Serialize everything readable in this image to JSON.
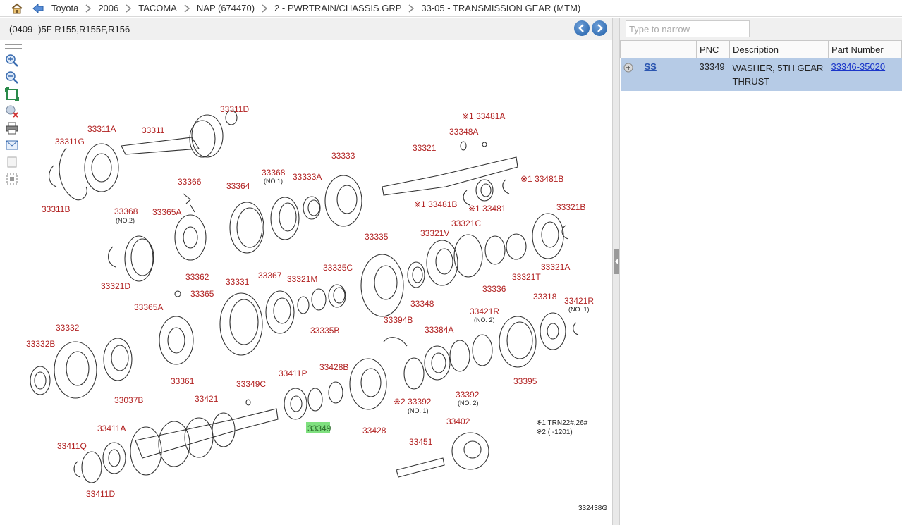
{
  "breadcrumb": {
    "home_icon": "home-icon",
    "back_icon": "back-arrow-icon",
    "items": [
      "Toyota",
      "2006",
      "TACOMA",
      "NAP (674470)",
      "2 - PWRTRAIN/CHASSIS GRP",
      "33-05 - TRANSMISSION GEAR (MTM)"
    ]
  },
  "diagram_panel": {
    "title": "(0409- )5F R155,R155F,R156",
    "prev_icon": "prev-circle-icon",
    "next_icon": "next-circle-icon",
    "tools": [
      "zoom-in-icon",
      "zoom-out-icon",
      "fit-icon",
      "clear-highlight-icon",
      "print-icon",
      "email-icon",
      "page-icon",
      "select-area-icon"
    ],
    "highlight_color": "#7fe07f",
    "label_color": "#b22222",
    "labels": {
      "p33311D": "33311D",
      "p33311A": "33311A",
      "p33311": "33311",
      "p33311G": "33311G",
      "p33311B": "33311B",
      "p33366": "33366",
      "p33365A_top": "33365A",
      "p33368_no2": "33368",
      "p33368_no2_sub": "(NO.2)",
      "p33364": "33364",
      "p33368_no1": "33368",
      "p33368_no1_sub": "(NO.1)",
      "p33333A": "33333A",
      "p33333": "33333",
      "p33481A": "※1 33481A",
      "p33348A": "33348A",
      "p33321": "33321",
      "p33481B_r": "※1 33481B",
      "p33481B_l": "※1 33481B",
      "p33481": "※1 33481",
      "p33321D": "33321D",
      "p33362": "33362",
      "p33335": "33335",
      "p33321V": "33321V",
      "p33321C": "33321C",
      "p33321B": "33321B",
      "p33321A": "33321A",
      "p33321T": "33321T",
      "p33336": "33336",
      "p33348": "33348",
      "p33331": "33331",
      "p33367": "33367",
      "p33321M": "33321M",
      "p33335C": "33335C",
      "p33335B": "33335B",
      "p33365": "33365",
      "p33365A_mid": "33365A",
      "p33394B": "33394B",
      "p33384A": "33384A",
      "p33421R_no2": "33421R",
      "p33421R_no2_sub": "(NO. 2)",
      "p33318": "33318",
      "p33421R_no1": "33421R",
      "p33421R_no1_sub": "(NO. 1)",
      "p33332": "33332",
      "p33332B": "33332B",
      "p33361": "33361",
      "p33037B": "33037B",
      "p33349C": "33349C",
      "p33411P": "33411P",
      "p33428B": "33428B",
      "p33349": "33349",
      "p33428": "33428",
      "p33392_no1": "※2 33392",
      "p33392_no1_sub": "(NO. 1)",
      "p33392_no2": "33392",
      "p33392_no2_sub": "(NO. 2)",
      "p33395": "33395",
      "p33421": "33421",
      "p33411A": "33411A",
      "p33411Q": "33411Q",
      "p33411D": "33411D",
      "p33451": "33451",
      "p33402": "33402",
      "note1": "※1 TRN22#,26#",
      "note2": "※2 (      -1201)",
      "fig_no": "332438G"
    }
  },
  "parts_panel": {
    "search_placeholder": "Type to narrow",
    "columns": [
      "",
      "",
      "PNC",
      "Description",
      "Part Number"
    ],
    "rows": [
      {
        "expand_icon": "expand-circle-icon",
        "ss": "SS",
        "pnc": "33349",
        "description": "WASHER, 5TH GEAR THRUST",
        "part_number": "33346-35020",
        "selected": true
      }
    ]
  }
}
